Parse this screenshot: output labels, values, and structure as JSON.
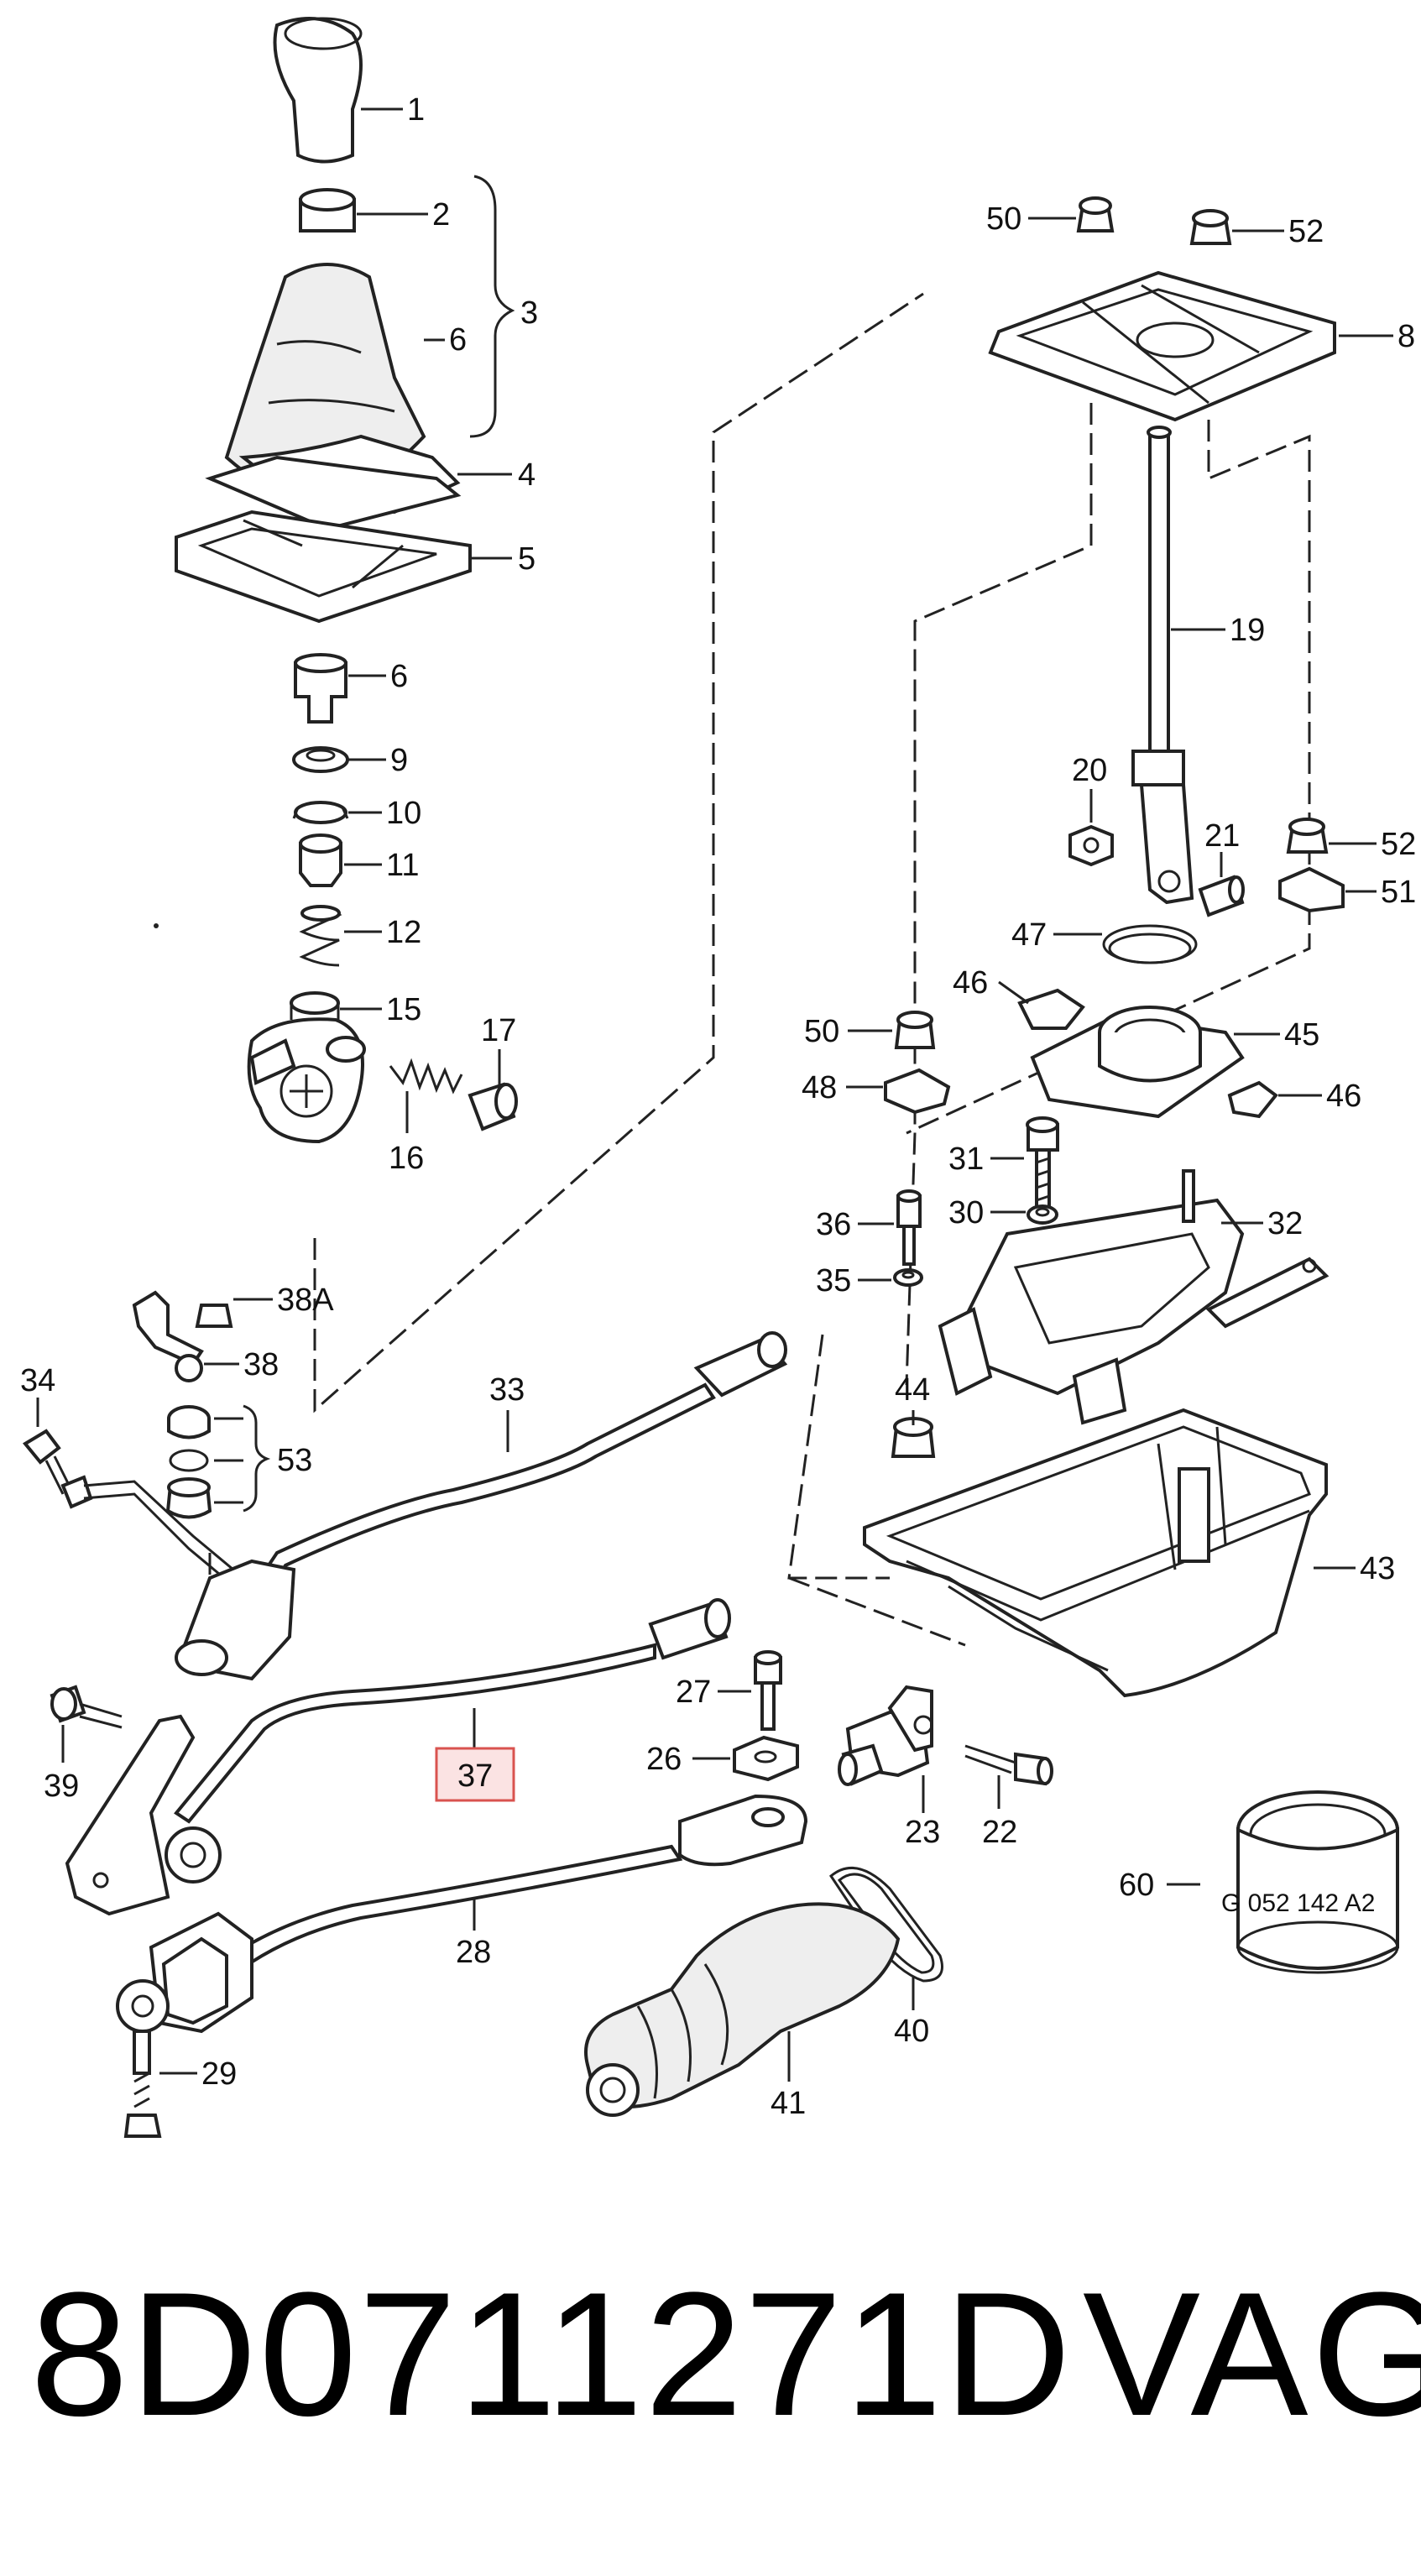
{
  "diagram": {
    "callouts": [
      {
        "id": "c1",
        "label": "1"
      },
      {
        "id": "c2",
        "label": "2"
      },
      {
        "id": "c3",
        "label": "3"
      },
      {
        "id": "c6a",
        "label": "6"
      },
      {
        "id": "c4",
        "label": "4"
      },
      {
        "id": "c5",
        "label": "5"
      },
      {
        "id": "c6b",
        "label": "6"
      },
      {
        "id": "c9",
        "label": "9"
      },
      {
        "id": "c10",
        "label": "10"
      },
      {
        "id": "c11",
        "label": "11"
      },
      {
        "id": "c12",
        "label": "12"
      },
      {
        "id": "c15",
        "label": "15"
      },
      {
        "id": "c17",
        "label": "17"
      },
      {
        "id": "c16",
        "label": "16"
      },
      {
        "id": "c50a",
        "label": "50"
      },
      {
        "id": "c52a",
        "label": "52"
      },
      {
        "id": "c8",
        "label": "8"
      },
      {
        "id": "c19",
        "label": "19"
      },
      {
        "id": "c20",
        "label": "20"
      },
      {
        "id": "c21",
        "label": "21"
      },
      {
        "id": "c52b",
        "label": "52"
      },
      {
        "id": "c51",
        "label": "51"
      },
      {
        "id": "c47",
        "label": "47"
      },
      {
        "id": "c46a",
        "label": "46"
      },
      {
        "id": "c50b",
        "label": "50"
      },
      {
        "id": "c45",
        "label": "45"
      },
      {
        "id": "c48",
        "label": "48"
      },
      {
        "id": "c46b",
        "label": "46"
      },
      {
        "id": "c31",
        "label": "31"
      },
      {
        "id": "c36",
        "label": "36"
      },
      {
        "id": "c30",
        "label": "30"
      },
      {
        "id": "c32",
        "label": "32"
      },
      {
        "id": "c35",
        "label": "35"
      },
      {
        "id": "c38A",
        "label": "38A"
      },
      {
        "id": "c38",
        "label": "38"
      },
      {
        "id": "c34",
        "label": "34"
      },
      {
        "id": "c33",
        "label": "33"
      },
      {
        "id": "c53",
        "label": "53"
      },
      {
        "id": "c44",
        "label": "44"
      },
      {
        "id": "c43",
        "label": "43"
      },
      {
        "id": "c27",
        "label": "27"
      },
      {
        "id": "c39",
        "label": "39"
      },
      {
        "id": "c37",
        "label": "37"
      },
      {
        "id": "c26",
        "label": "26"
      },
      {
        "id": "c23",
        "label": "23"
      },
      {
        "id": "c22",
        "label": "22"
      },
      {
        "id": "c60",
        "label": "60"
      },
      {
        "id": "c28",
        "label": "28"
      },
      {
        "id": "c40",
        "label": "40"
      },
      {
        "id": "c29",
        "label": "29"
      },
      {
        "id": "c41",
        "label": "41"
      }
    ],
    "highlighted_callout": "37",
    "label_ring_text": "G 052 142 A2",
    "highlight_color": "#d9534f",
    "highlight_fill": "#fbe3e3"
  },
  "footer": {
    "part_number": "8D0711271D",
    "brand": "VAG"
  }
}
